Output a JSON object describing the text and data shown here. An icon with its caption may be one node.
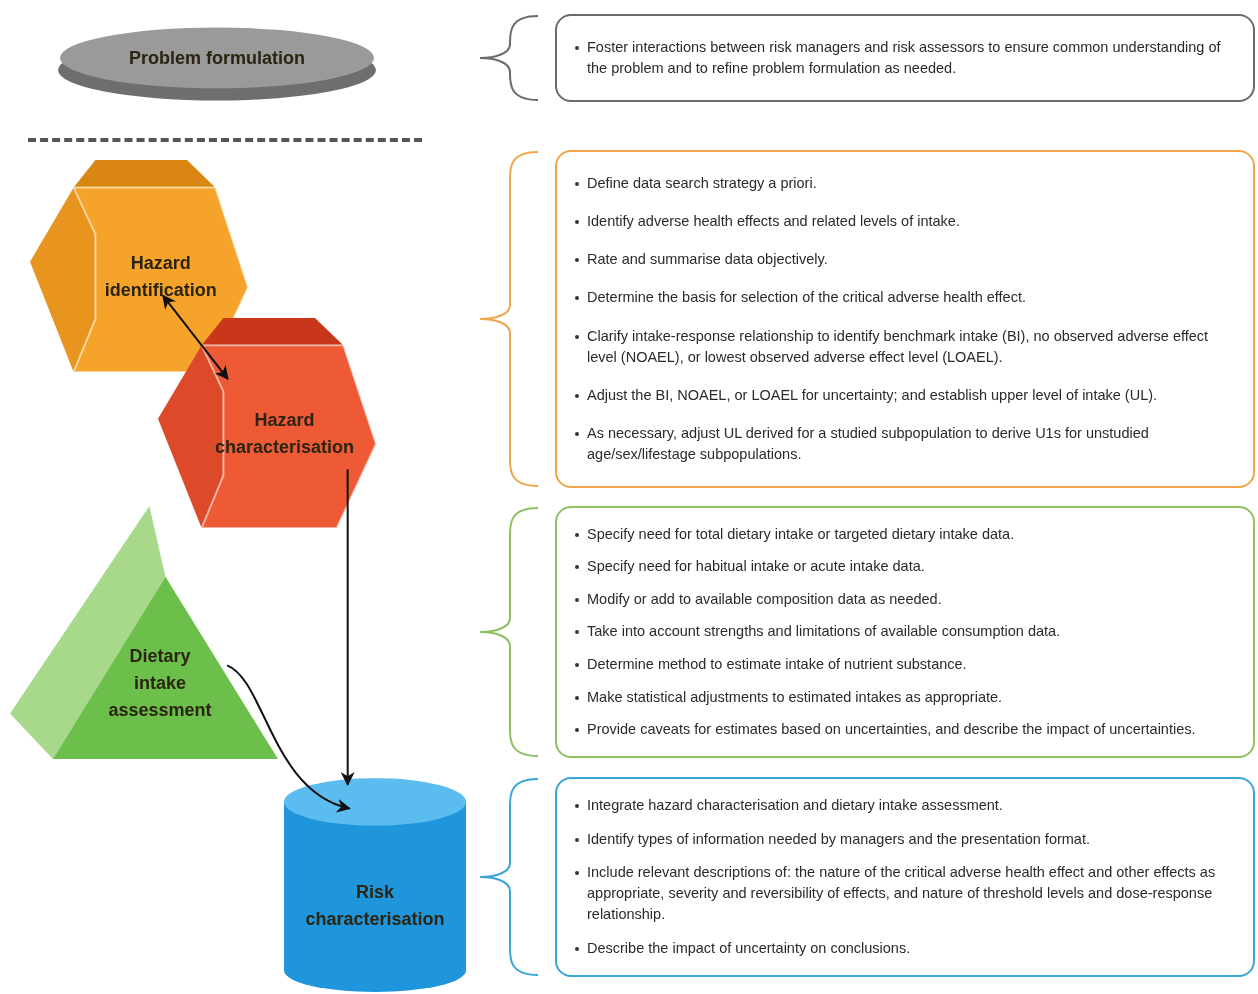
{
  "diagram": {
    "nodes": [
      {
        "text": [
          "Problem formulation"
        ]
      },
      {
        "text": [
          "Foster interactions between risk managers and risk assessors to ensure common understanding of the problem and to refine problem formulation as needed."
        ]
      },
      {
        "text": [
          "Hazard identification"
        ]
      },
      {
        "text": [
          "Hazard characterisation"
        ]
      },
      {
        "text": [
          "Define data search strategy a priori.",
          "Identify adverse health effects and related levels of intake.",
          "Rate and summarise data objectively.",
          "Determine the basis for selection of the critical adverse health effect.",
          "Clarify intake-response relationship to identify benchmark intake (BI), no observed adverse effect level (NOAEL), or lowest observed adverse effect level (LOAEL).",
          "Adjust the BI, NOAEL, or LOAEL for uncertainty; and establish upper level of intake (UL).",
          "As necessary, adjust UL derived for a studied subpopulation to derive U1s for unstudied age/sex/lifestage subpopulations."
        ]
      },
      {
        "text": [
          "Dietary intake assessment"
        ]
      },
      {
        "text": [
          "Specify need for total dietary intake or targeted dietary intake data.",
          "Specify need for habitual intake or acute intake data.",
          "Modify or add to available composition data as needed.",
          "Take into account strengths and limitations of available consumption data.",
          "Determine method to estimate intake of nutrient substance.",
          "Make statistical adjustments to estimated intakes as appropriate.",
          "Provide caveats for estimates based on uncertainties, and describe the impact of uncertainties."
        ]
      },
      {
        "text": [
          "Risk characterisation"
        ]
      },
      {
        "text": [
          "Integrate hazard characterisation and dietary intake assessment.",
          "Identify types of information needed by managers and the presentation format.",
          "Include relevant descriptions of: the nature of the critical adverse health effect and other effects as appropriate, severity and reversibility of effects, and nature of threshold levels and dose-response relationship.",
          "Describe the impact of uncertainty on conclusions."
        ]
      }
    ],
    "edges": [
      {
        "from": 2,
        "to": 3,
        "arrow": "both"
      },
      {
        "from": 3,
        "to": 7,
        "arrow": "to"
      },
      {
        "from": 5,
        "to": 7,
        "arrow": "to"
      }
    ]
  }
}
